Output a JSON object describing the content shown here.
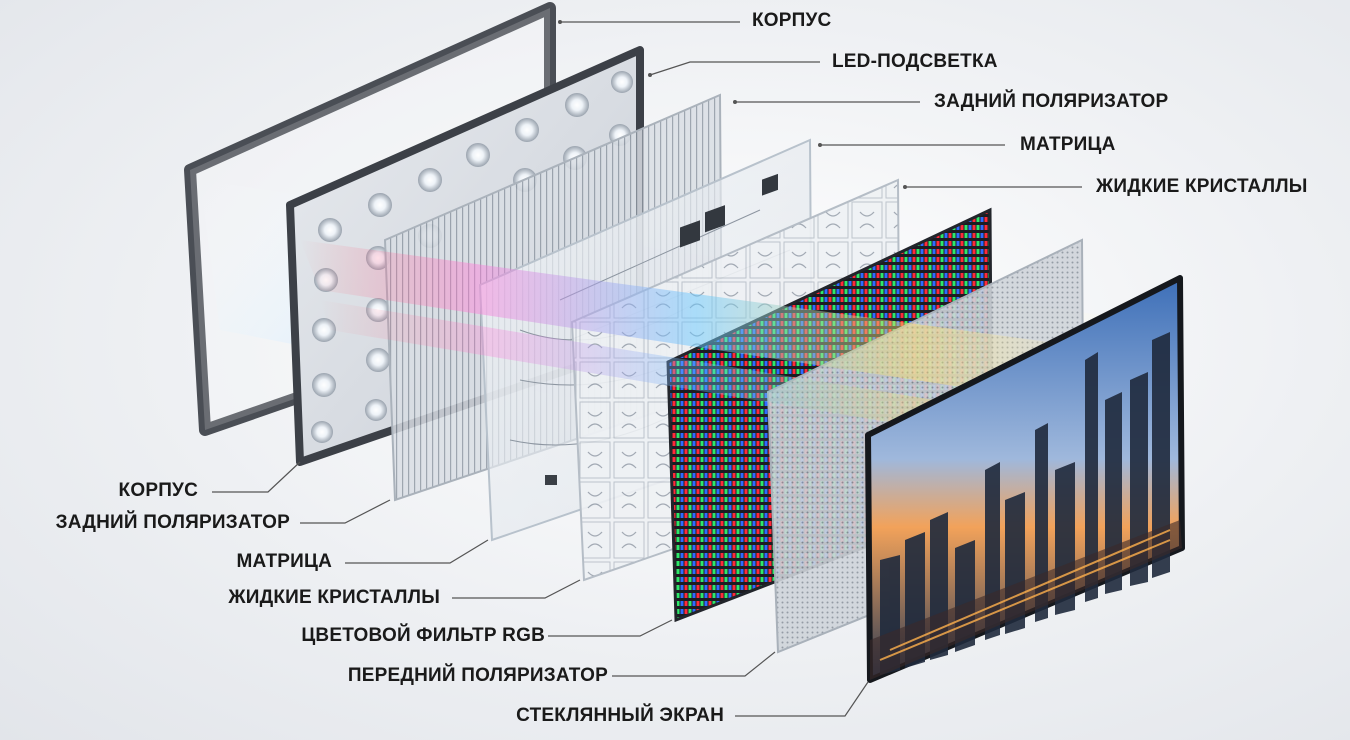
{
  "diagram": {
    "labels_top_right": [
      {
        "id": "korpus",
        "text": "КОРПУС"
      },
      {
        "id": "led",
        "text": "LED-ПОДСВЕТКА"
      },
      {
        "id": "rear-polarizer",
        "text": "ЗАДНИЙ ПОЛЯРИЗАТОР"
      },
      {
        "id": "matrix",
        "text": "МАТРИЦА"
      },
      {
        "id": "liquid-crystals",
        "text": "ЖИДКИЕ КРИСТАЛЛЫ"
      }
    ],
    "labels_bottom_left": [
      {
        "id": "korpus",
        "text": "КОРПУС"
      },
      {
        "id": "rear-polarizer",
        "text": "ЗАДНИЙ ПОЛЯРИЗАТОР"
      },
      {
        "id": "matrix",
        "text": "МАТРИЦА"
      },
      {
        "id": "liquid-crystals",
        "text": "ЖИДКИЕ КРИСТАЛЛЫ"
      },
      {
        "id": "rgb-filter",
        "text": "ЦВЕТОВОЙ ФИЛЬТР RGB"
      },
      {
        "id": "front-polarizer",
        "text": "ПЕРЕДНИЙ ПОЛЯРИЗАТОР"
      },
      {
        "id": "glass-screen",
        "text": "СТЕКЛЯННЫЙ ЭКРАН"
      }
    ],
    "colors": {
      "label_text": "#1a1a1a",
      "leader_line": "#555555",
      "frame": "#4a4e55",
      "led_panel": "#d8dce2",
      "rgb_red": "#ff2a3a",
      "rgb_green": "#2ee86a",
      "rgb_blue": "#2f6bff",
      "sky_top": "#5b8fd0",
      "sunset": "#f2a25a"
    },
    "icons": [
      "led-bulb-icon",
      "chip-icon"
    ]
  }
}
